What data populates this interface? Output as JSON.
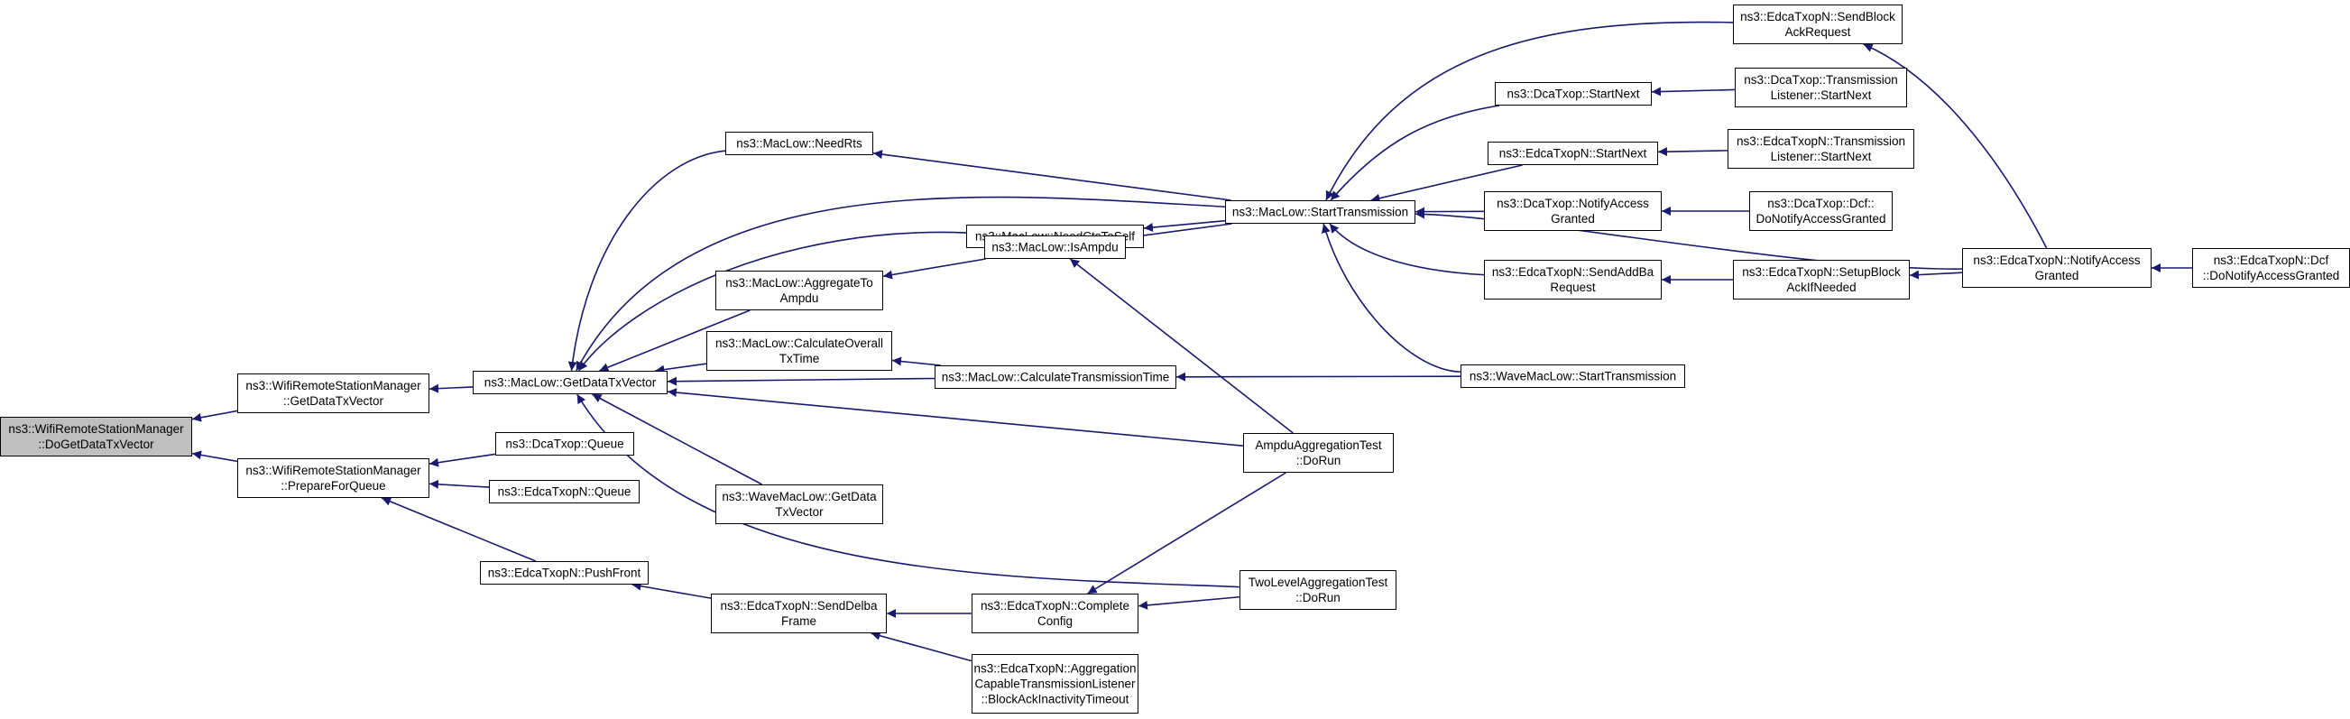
{
  "colors": {
    "edge": "#191970",
    "node_fill": "#ffffff",
    "node_stroke": "#000000",
    "focus_fill": "#bfbfbf",
    "text": "#000000"
  },
  "nodes": [
    {
      "id": "root",
      "lines": [
        "ns3::WifiRemoteStationManager",
        "::DoGetDataTxVector"
      ],
      "focus": true
    },
    {
      "id": "wrsm_getdatatx",
      "lines": [
        "ns3::WifiRemoteStationManager",
        "::GetDataTxVector"
      ]
    },
    {
      "id": "wrsm_prepare",
      "lines": [
        "ns3::WifiRemoteStationManager",
        "::PrepareForQueue"
      ]
    },
    {
      "id": "maclow_getdatatx",
      "lines": [
        "ns3::MacLow::GetDataTxVector"
      ]
    },
    {
      "id": "dcatxop_queue",
      "lines": [
        "ns3::DcaTxop::Queue"
      ]
    },
    {
      "id": "edca_queue",
      "lines": [
        "ns3::EdcaTxopN::Queue"
      ]
    },
    {
      "id": "edca_pushfront",
      "lines": [
        "ns3::EdcaTxopN::PushFront"
      ]
    },
    {
      "id": "needrts",
      "lines": [
        "ns3::MacLow::NeedRts"
      ]
    },
    {
      "id": "needctstoself",
      "lines": [
        "ns3::MacLow::NeedCtsToSelf"
      ]
    },
    {
      "id": "aggregatetoampdu",
      "lines": [
        "ns3::MacLow::AggregateTo",
        "Ampdu"
      ]
    },
    {
      "id": "calcoverall",
      "lines": [
        "ns3::MacLow::CalculateOverall",
        "TxTime"
      ]
    },
    {
      "id": "wave_getdata",
      "lines": [
        "ns3::WaveMacLow::GetData",
        "TxVector"
      ]
    },
    {
      "id": "senddelba",
      "lines": [
        "ns3::EdcaTxopN::SendDelba",
        "Frame"
      ]
    },
    {
      "id": "isampdu",
      "lines": [
        "ns3::MacLow::IsAmpdu"
      ]
    },
    {
      "id": "calctransmission",
      "lines": [
        "ns3::MacLow::CalculateTransmissionTime"
      ]
    },
    {
      "id": "completeconfig",
      "lines": [
        "ns3::EdcaTxopN::Complete",
        "Config"
      ]
    },
    {
      "id": "blockackinactivity",
      "lines": [
        "ns3::EdcaTxopN::Aggregation",
        "CapableTransmissionListener",
        "::BlockAckInactivityTimeout"
      ]
    },
    {
      "id": "starttransmission",
      "lines": [
        "ns3::MacLow::StartTransmission"
      ]
    },
    {
      "id": "ampdutest",
      "lines": [
        "AmpduAggregationTest",
        "::DoRun"
      ]
    },
    {
      "id": "twoleveltest",
      "lines": [
        "TwoLevelAggregationTest",
        "::DoRun"
      ]
    },
    {
      "id": "sendblockackreq",
      "lines": [
        "ns3::EdcaTxopN::SendBlock",
        "AckRequest"
      ]
    },
    {
      "id": "dca_startnext",
      "lines": [
        "ns3::DcaTxop::StartNext"
      ]
    },
    {
      "id": "edca_startnext",
      "lines": [
        "ns3::EdcaTxopN::StartNext"
      ]
    },
    {
      "id": "dca_notifyaccess",
      "lines": [
        "ns3::DcaTxop::NotifyAccess",
        "Granted"
      ]
    },
    {
      "id": "sendaddba",
      "lines": [
        "ns3::EdcaTxopN::SendAddBa",
        "Request"
      ]
    },
    {
      "id": "wave_starttransmission",
      "lines": [
        "ns3::WaveMacLow::StartTransmission"
      ]
    },
    {
      "id": "dca_tl_startnext",
      "lines": [
        "ns3::DcaTxop::Transmission",
        "Listener::StartNext"
      ]
    },
    {
      "id": "edca_tl_startnext",
      "lines": [
        "ns3::EdcaTxopN::Transmission",
        "Listener::StartNext"
      ]
    },
    {
      "id": "dca_dcf_donotify",
      "lines": [
        "ns3::DcaTxop::Dcf::",
        "DoNotifyAccessGranted"
      ]
    },
    {
      "id": "setupblockack",
      "lines": [
        "ns3::EdcaTxopN::SetupBlock",
        "AckIfNeeded"
      ]
    },
    {
      "id": "edca_notifyaccess",
      "lines": [
        "ns3::EdcaTxopN::NotifyAccess",
        "Granted"
      ]
    },
    {
      "id": "edca_dcf_donotify",
      "lines": [
        "ns3::EdcaTxopN::Dcf",
        "::DoNotifyAccessGranted"
      ]
    }
  ],
  "edges": [
    {
      "from": "wrsm_getdatatx",
      "to": "root"
    },
    {
      "from": "wrsm_prepare",
      "to": "root"
    },
    {
      "from": "maclow_getdatatx",
      "to": "wrsm_getdatatx"
    },
    {
      "from": "dcatxop_queue",
      "to": "wrsm_prepare"
    },
    {
      "from": "edca_queue",
      "to": "wrsm_prepare"
    },
    {
      "from": "edca_pushfront",
      "to": "wrsm_prepare"
    },
    {
      "from": "needrts",
      "to": "maclow_getdatatx"
    },
    {
      "from": "needctstoself",
      "to": "maclow_getdatatx"
    },
    {
      "from": "aggregatetoampdu",
      "to": "maclow_getdatatx"
    },
    {
      "from": "calcoverall",
      "to": "maclow_getdatatx"
    },
    {
      "from": "calctransmission",
      "to": "maclow_getdatatx"
    },
    {
      "from": "ampdutest",
      "to": "maclow_getdatatx"
    },
    {
      "from": "wave_getdata",
      "to": "maclow_getdatatx"
    },
    {
      "from": "twoleveltest",
      "to": "maclow_getdatatx"
    },
    {
      "from": "starttransmission",
      "to": "maclow_getdatatx"
    },
    {
      "from": "senddelba",
      "to": "edca_pushfront"
    },
    {
      "from": "starttransmission",
      "to": "needrts"
    },
    {
      "from": "starttransmission",
      "to": "needctstoself"
    },
    {
      "from": "isampdu",
      "to": "aggregatetoampdu"
    },
    {
      "from": "calctransmission",
      "to": "calcoverall"
    },
    {
      "from": "completeconfig",
      "to": "senddelba"
    },
    {
      "from": "blockackinactivity",
      "to": "senddelba"
    },
    {
      "from": "starttransmission",
      "to": "isampdu"
    },
    {
      "from": "ampdutest",
      "to": "isampdu"
    },
    {
      "from": "wave_starttransmission",
      "to": "calctransmission"
    },
    {
      "from": "ampdutest",
      "to": "completeconfig"
    },
    {
      "from": "twoleveltest",
      "to": "completeconfig"
    },
    {
      "from": "sendblockackreq",
      "to": "starttransmission"
    },
    {
      "from": "dca_startnext",
      "to": "starttransmission"
    },
    {
      "from": "edca_startnext",
      "to": "starttransmission"
    },
    {
      "from": "dca_notifyaccess",
      "to": "starttransmission"
    },
    {
      "from": "edca_notifyaccess",
      "to": "starttransmission"
    },
    {
      "from": "sendaddba",
      "to": "starttransmission"
    },
    {
      "from": "wave_starttransmission",
      "to": "starttransmission"
    },
    {
      "from": "dca_tl_startnext",
      "to": "dca_startnext"
    },
    {
      "from": "edca_tl_startnext",
      "to": "edca_startnext"
    },
    {
      "from": "dca_dcf_donotify",
      "to": "dca_notifyaccess"
    },
    {
      "from": "setupblockack",
      "to": "sendaddba"
    },
    {
      "from": "edca_notifyaccess",
      "to": "sendblockackreq"
    },
    {
      "from": "edca_notifyaccess",
      "to": "setupblockack"
    },
    {
      "from": "edca_dcf_donotify",
      "to": "edca_notifyaccess"
    }
  ]
}
